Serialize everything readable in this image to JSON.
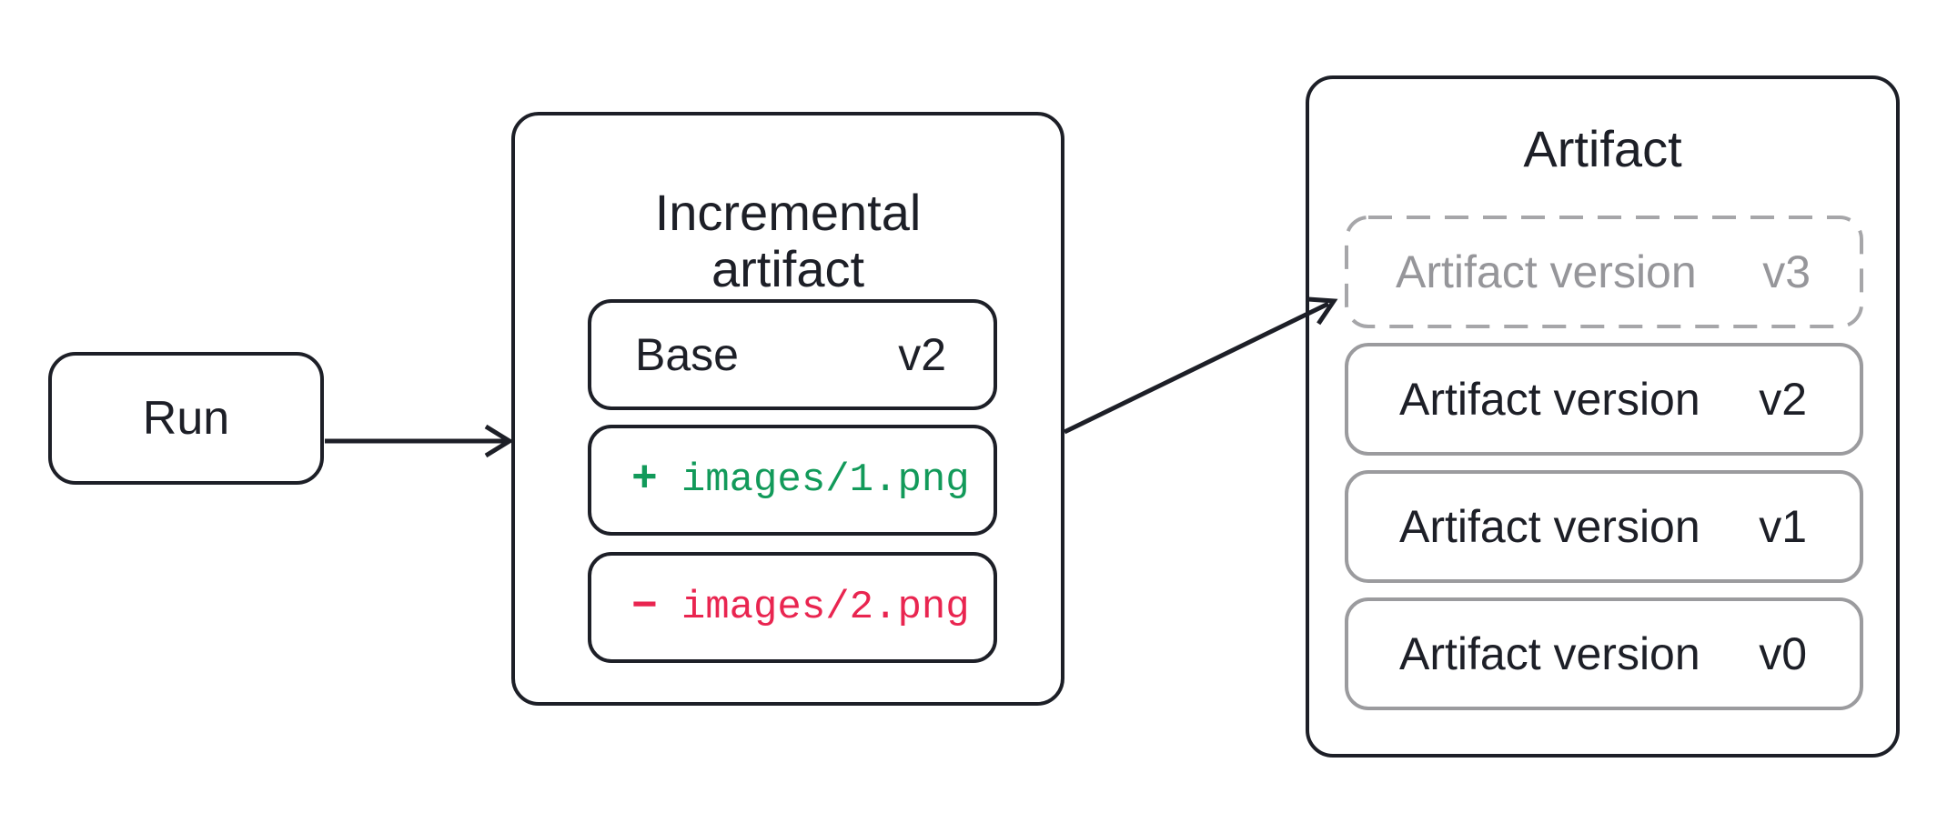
{
  "run": {
    "label": "Run"
  },
  "incremental": {
    "title_lines": [
      "Incremental",
      "artifact"
    ],
    "base": {
      "label": "Base",
      "version": "v2"
    },
    "added": {
      "sign": "+",
      "path": "images/1.png"
    },
    "removed": {
      "sign": "−",
      "path": "images/2.png"
    }
  },
  "artifact": {
    "title": "Artifact",
    "versions": [
      {
        "label": "Artifact version",
        "version": "v3",
        "style": "dashed"
      },
      {
        "label": "Artifact version",
        "version": "v2",
        "style": "solid"
      },
      {
        "label": "Artifact version",
        "version": "v1",
        "style": "solid"
      },
      {
        "label": "Artifact version",
        "version": "v0",
        "style": "solid"
      }
    ]
  },
  "colors": {
    "ink": "#1d1f27",
    "added_green": "#129a5a",
    "removed_red": "#e92550",
    "pending_gray_text": "#96969a",
    "pending_gray_border": "#a6a6a9",
    "version_row_border": "#9b9b9e"
  }
}
